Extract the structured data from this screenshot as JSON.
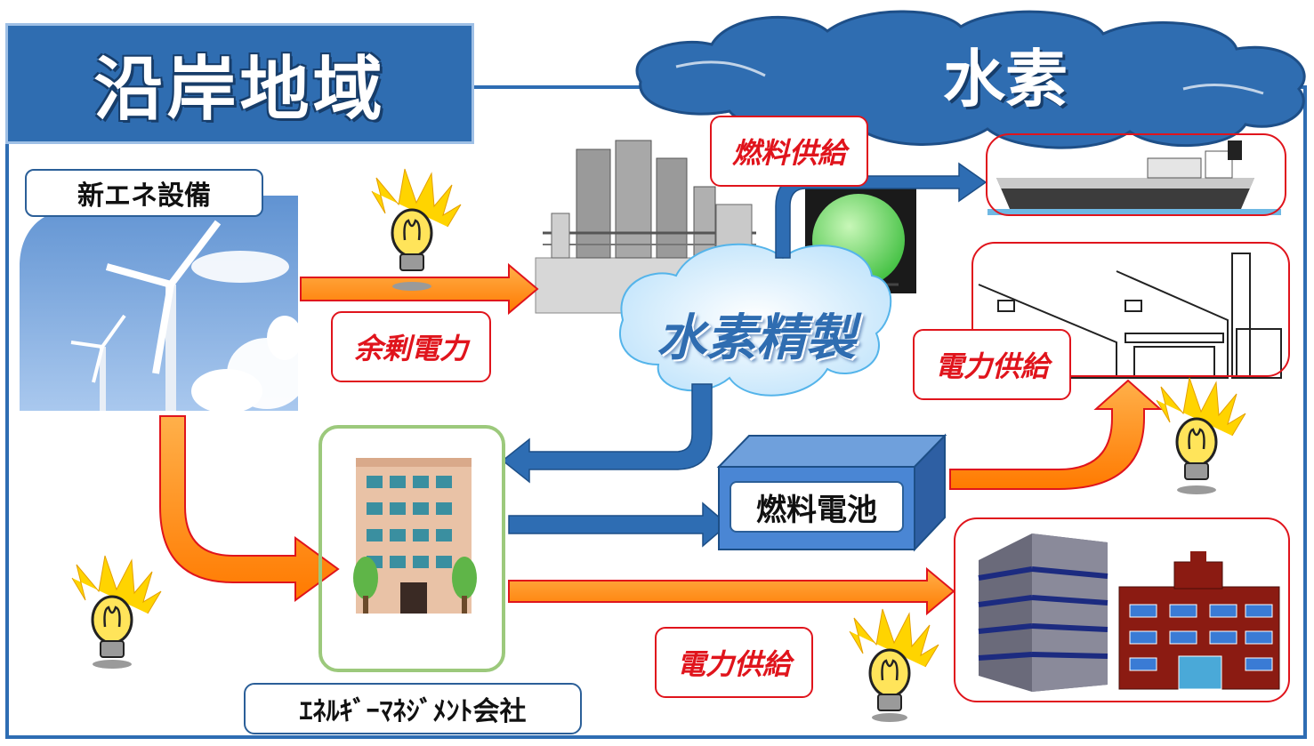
{
  "title": "沿岸地域",
  "cloud_title": "水素",
  "refining_label": "水素精製",
  "renewable_label": "新エネ設備",
  "surplus_power_label": "余剰電力",
  "fuel_supply_label": "燃料供給",
  "power_supply_top_label": "電力供給",
  "power_supply_bottom_label": "電力供給",
  "fuel_cell_label": "燃料電池",
  "ems_company_label": "ｴﾈﾙｷﾞｰﾏﾈｼﾞﾒﾝﾄ会社",
  "colors": {
    "frame_blue": "#2e6db3",
    "arrow_orange": "#ff8c1a",
    "arrow_blue": "#2e6db3",
    "label_red": "#e0141c",
    "ems_border_green": "#9cc97c"
  }
}
